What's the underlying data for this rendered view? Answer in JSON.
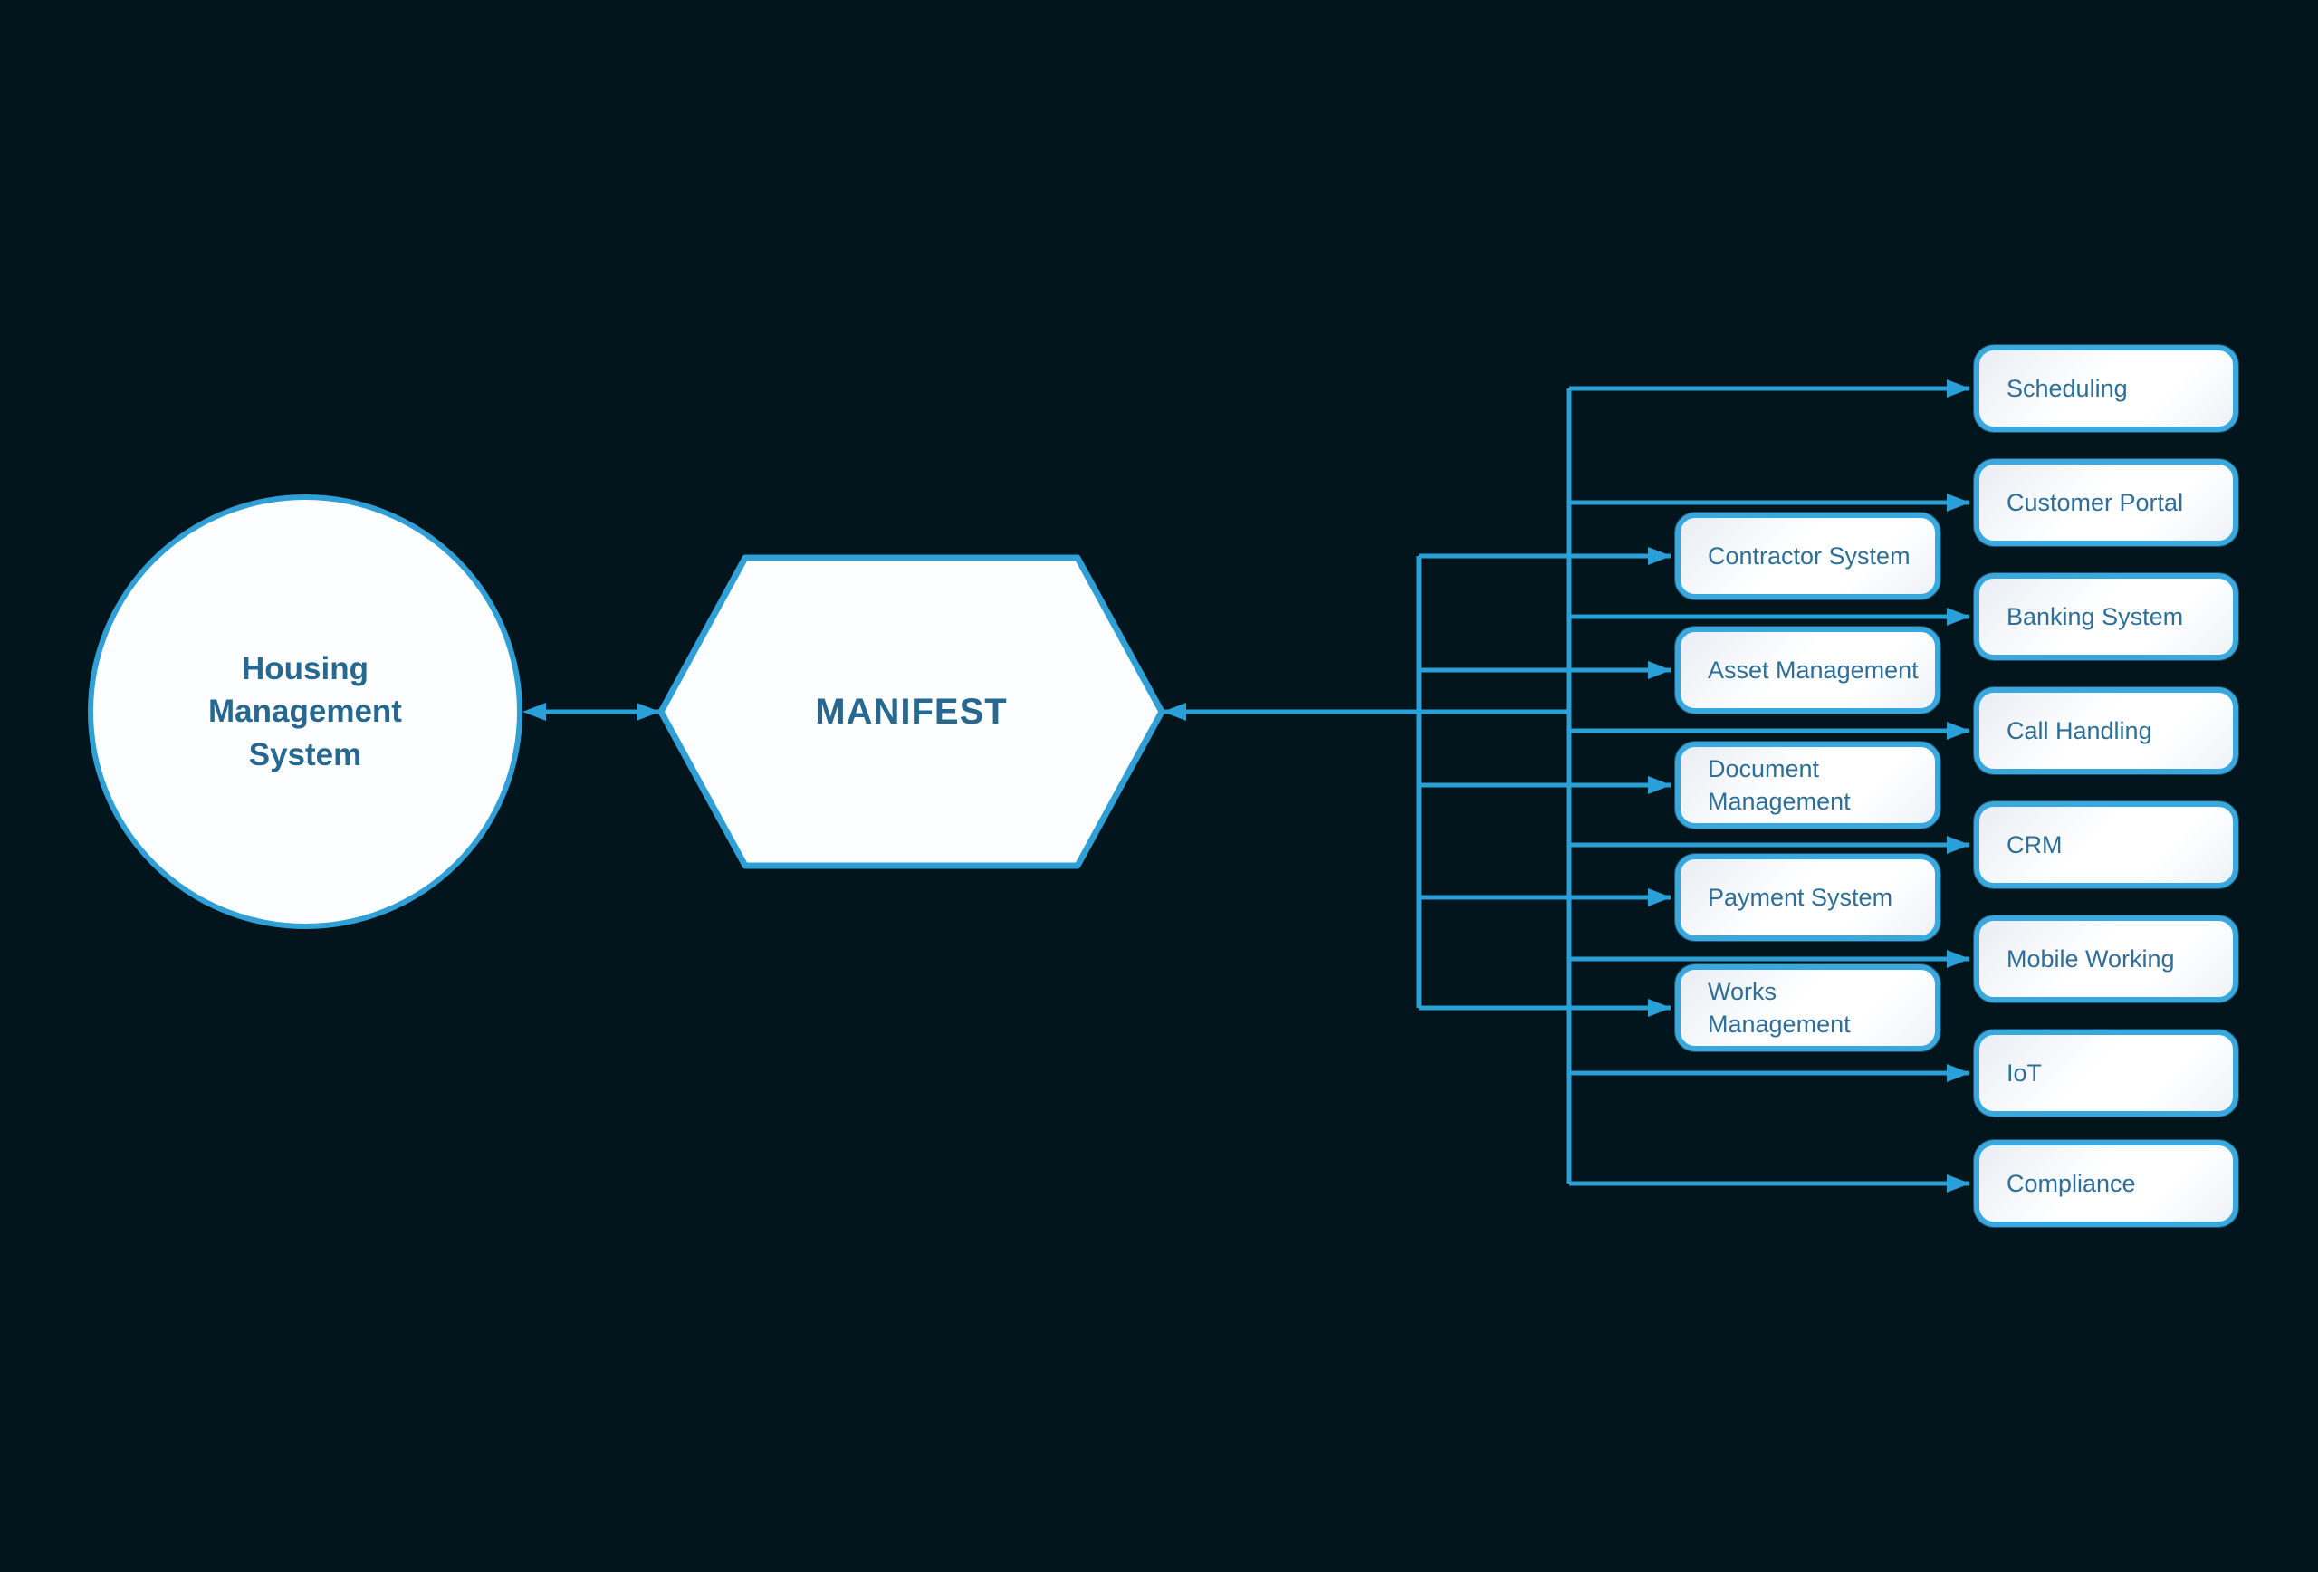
{
  "colors": {
    "background": "#02141c",
    "connector_blue": "#2aa0d9",
    "node_border_blue": "#38a8de",
    "node_fill": "#ffffff",
    "node_text_blue": "#2d6f98",
    "title_text_blue": "#26688f"
  },
  "hub_circle": {
    "label": "Housing\nManagement\nSystem"
  },
  "hub_hexagon": {
    "label": "MANIFEST"
  },
  "inner_systems": [
    {
      "label": "Contractor System"
    },
    {
      "label": "Asset Management"
    },
    {
      "label": "Document Management"
    },
    {
      "label": "Payment System"
    },
    {
      "label": "Works Management"
    }
  ],
  "outer_systems": [
    {
      "label": "Scheduling"
    },
    {
      "label": "Customer Portal"
    },
    {
      "label": "Banking System"
    },
    {
      "label": "Call Handling"
    },
    {
      "label": "CRM"
    },
    {
      "label": "Mobile Working"
    },
    {
      "label": "IoT"
    },
    {
      "label": "Compliance"
    }
  ]
}
